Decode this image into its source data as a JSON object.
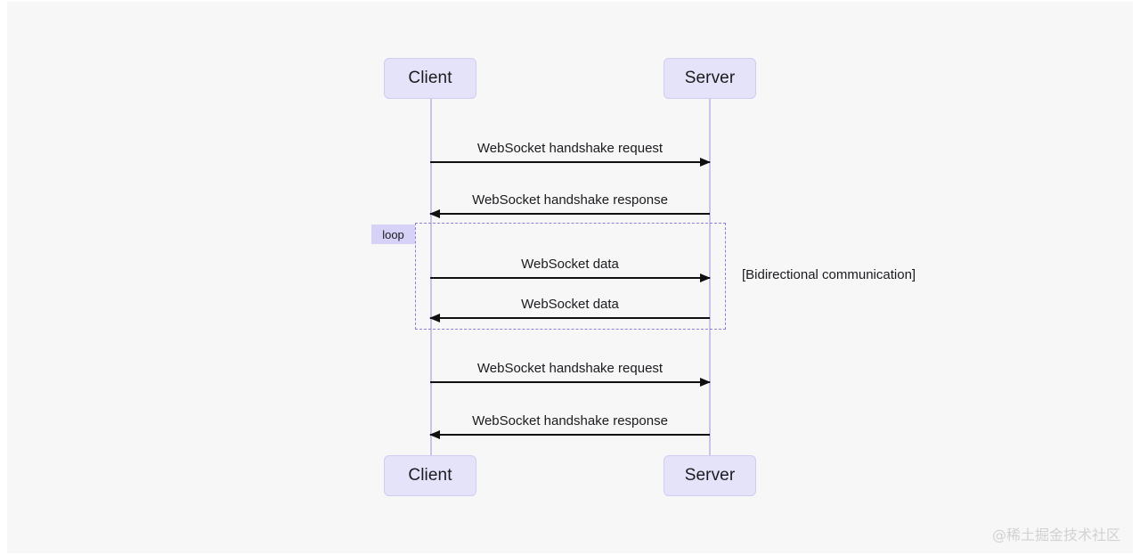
{
  "diagram": {
    "type": "sequence-diagram",
    "background_color": "#f7f7f8",
    "participants": [
      {
        "id": "client",
        "label": "Client"
      },
      {
        "id": "server",
        "label": "Server"
      }
    ],
    "messages": [
      {
        "index": 0,
        "from": "client",
        "to": "server",
        "direction": "right",
        "label": "WebSocket handshake request"
      },
      {
        "index": 1,
        "from": "server",
        "to": "client",
        "direction": "left",
        "label": "WebSocket handshake response"
      },
      {
        "index": 2,
        "from": "client",
        "to": "server",
        "direction": "right",
        "label": "WebSocket data"
      },
      {
        "index": 3,
        "from": "server",
        "to": "client",
        "direction": "left",
        "label": "WebSocket data"
      },
      {
        "index": 4,
        "from": "client",
        "to": "server",
        "direction": "right",
        "label": "WebSocket handshake request"
      },
      {
        "index": 5,
        "from": "server",
        "to": "client",
        "direction": "left",
        "label": "WebSocket handshake response"
      }
    ],
    "fragment": {
      "keyword": "loop",
      "condition": "[Bidirectional communication]",
      "label_background": "#d6d1f7",
      "border_color": "#8a82d8",
      "covers_messages": [
        2,
        3
      ]
    },
    "colors": {
      "participant_fill": "#e4e3f9",
      "participant_border": "#cfcdf0",
      "lifeline": "#c8c4ec",
      "arrow": "#101010",
      "text": "#1b1b1f"
    }
  },
  "watermark": {
    "text": "@稀土掘金技术社区"
  }
}
